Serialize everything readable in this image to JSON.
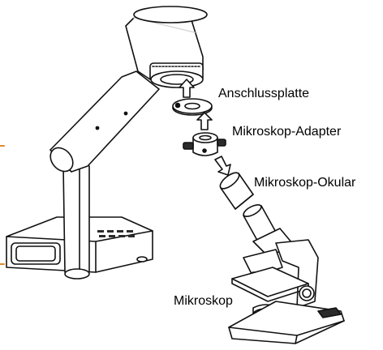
{
  "labels": {
    "connection_plate": "Anschlussplatte",
    "microscope_adapter": "Mikroskop-Adapter",
    "microscope_eyepiece": "Mikroskop-Okular",
    "microscope": "Mikroskop"
  },
  "colors": {
    "line": "#111111",
    "fill": "#ffffff",
    "shade": "#d9d9d9",
    "dark": "#2b2b2b",
    "margin_mark": "#e08a2c"
  }
}
